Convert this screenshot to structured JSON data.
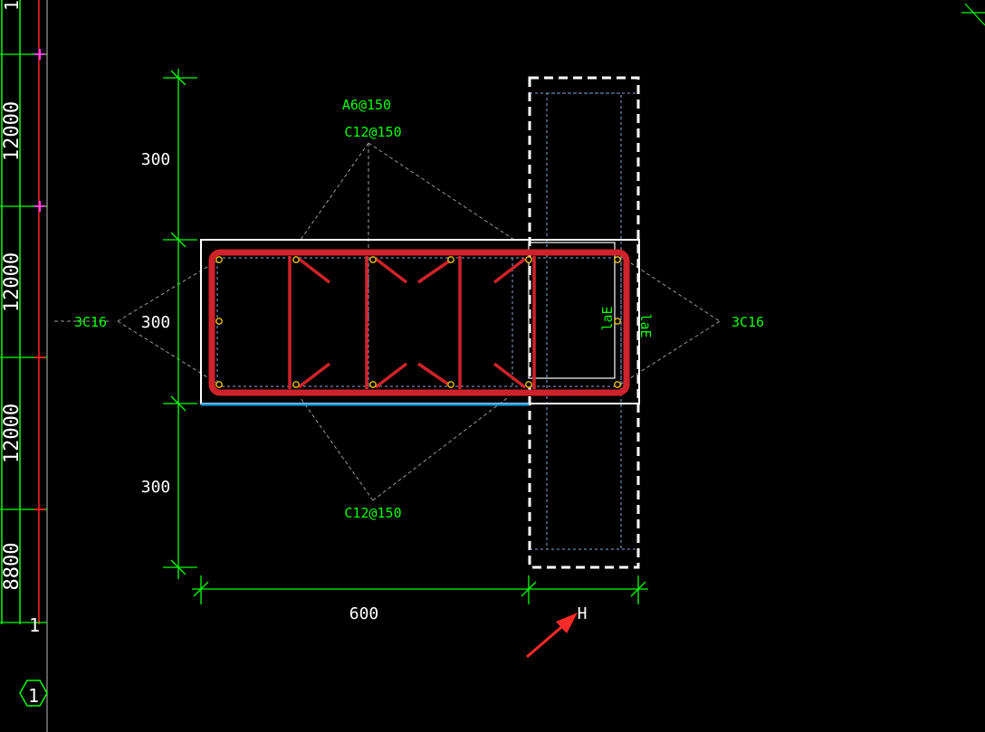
{
  "colors": {
    "background": "#000000",
    "dimension": "#00ff00",
    "rebar": "#d0222a",
    "outline": "#ffffff",
    "leader": "#9a9a9a",
    "hidden": "#8aa8d8",
    "highlight": "#1e9be0",
    "axis_line": "#ff2020",
    "axis_marker": "#ff40ff",
    "arrow": "#ff2a2a",
    "node": "#e8c000"
  },
  "left_axis": {
    "labels": [
      "12000",
      "12000",
      "12000",
      "8800"
    ],
    "partial_top": "1",
    "partial_mid": "1",
    "bubble": "1"
  },
  "dimensions": {
    "vertical": [
      "300",
      "300",
      "300"
    ],
    "horizontal": [
      "600"
    ],
    "variable_label": "H"
  },
  "rebar_labels": {
    "stirrup": "A6@150",
    "top": "C12@150",
    "bottom": "C12@150",
    "left_side": "3C16",
    "right_side": "3C16",
    "anchorage_1": "laE",
    "anchorage_2": "laE"
  },
  "icons": {
    "pointer": "arrow-pointer-icon"
  }
}
